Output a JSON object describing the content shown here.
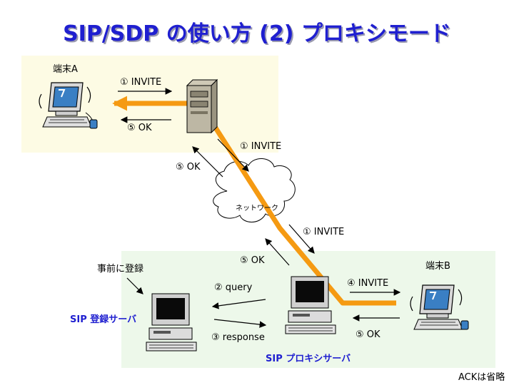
{
  "title": "SIP/SDP の使い方 (2) プロキシモード",
  "labels": {
    "terminal_a": "端末A",
    "terminal_b": "端末B",
    "invite_1a": "① INVITE",
    "ok_5a": "⑤ OK",
    "invite_1b": "① INVITE",
    "ok_5b": "⑤ OK",
    "network": "ネットワーク",
    "invite_1c": "① INVITE",
    "ok_5c": "⑤ OK",
    "pre_register": "事前に登録",
    "query_2": "② query",
    "response_3": "③ response",
    "invite_4": "④ INVITE",
    "ok_5d": "⑤ OK",
    "registrar": "SIP 登録サーバ",
    "proxy": "SIP プロキシサーバ",
    "ack_note": "ACKは省略"
  },
  "colors": {
    "title": "#1f1fd0",
    "signal_path": "#f59a12",
    "zone_a": "#fdfbe4",
    "zone_b": "#edf8ea"
  }
}
